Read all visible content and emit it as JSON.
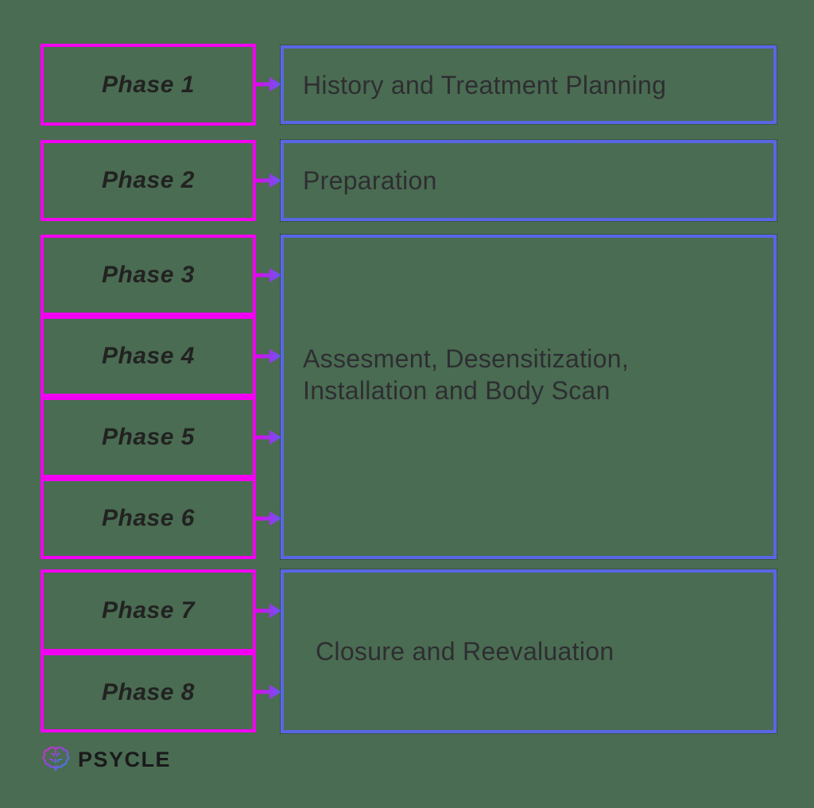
{
  "colors": {
    "background": "#4a6c52",
    "phase_border": "#f200f2",
    "description_border": "#5866e6",
    "arrow_gradient_start": "#ee00ee",
    "arrow_gradient_end": "#5f5cf0",
    "phase_text": "#222222",
    "description_text": "#2e2e32",
    "logo_text_color": "#1a1a1c"
  },
  "phases": [
    {
      "label": "Phase 1"
    },
    {
      "label": "Phase 2"
    },
    {
      "label": "Phase 3"
    },
    {
      "label": "Phase 4"
    },
    {
      "label": "Phase 5"
    },
    {
      "label": "Phase 6"
    },
    {
      "label": "Phase 7"
    },
    {
      "label": "Phase 8"
    }
  ],
  "descriptions": [
    {
      "text": "History and Treatment Planning"
    },
    {
      "text": "Preparation"
    },
    {
      "text": "Assesment, Desensitization, Installation and Body Scan"
    },
    {
      "text": "Closure and Reevaluation"
    }
  ],
  "logo": {
    "text": "PSYCLE",
    "icon": "brain-icon"
  }
}
